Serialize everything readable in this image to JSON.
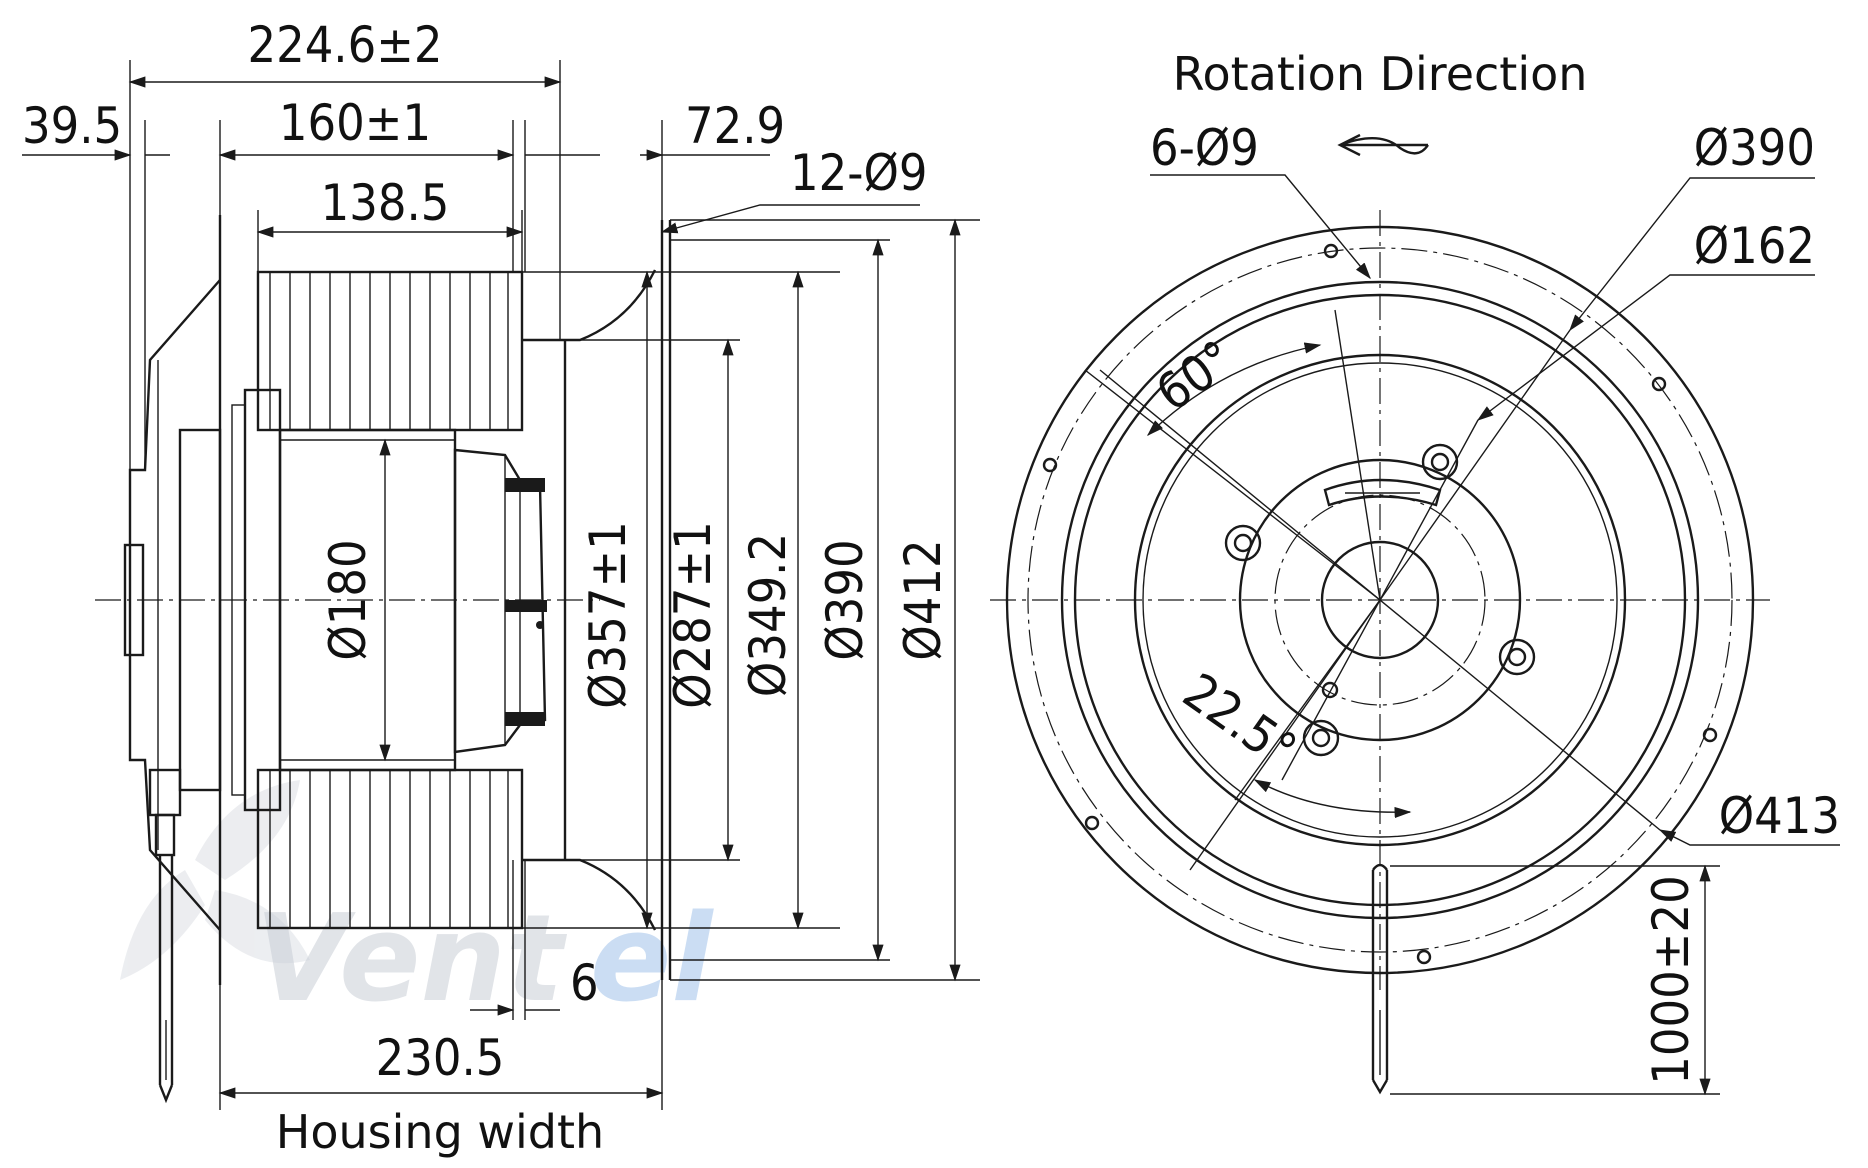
{
  "side_view": {
    "dims": {
      "overall_length": "224.6±2",
      "front_offset": "39.5",
      "motor_length": "160±1",
      "inlet_offset": "72.9",
      "impeller_length": "138.5",
      "mount_holes": "12-Ø9",
      "motor_dia": "Ø180",
      "d357": "Ø357±1",
      "d287": "Ø287±1",
      "d349": "Ø349.2",
      "d390": "Ø390",
      "d412": "Ø412",
      "flange": "6",
      "housing_dim": "230.5",
      "housing_label": "Housing width"
    }
  },
  "front_view": {
    "title": "Rotation Direction",
    "dims": {
      "mount_holes": "6-Ø9",
      "d390": "Ø390",
      "d162": "Ø162",
      "angle60": "60°",
      "angle22": "22.5°",
      "d413": "Ø413",
      "cable": "1000±20"
    }
  },
  "watermark": {
    "text": "Vent",
    "accent": "el",
    "color": "#c9ced6",
    "accent_color": "#a9c8ec"
  }
}
